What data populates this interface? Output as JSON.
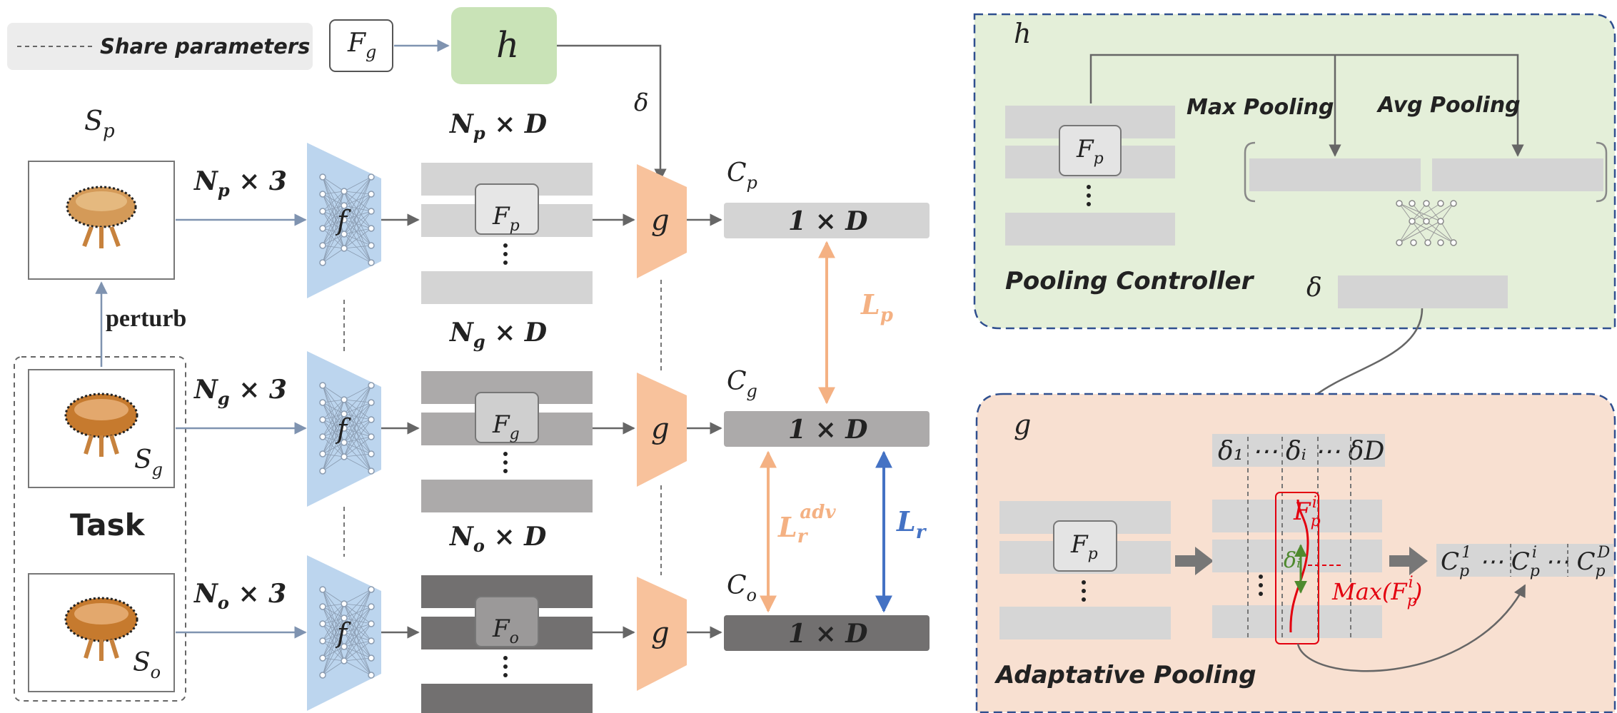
{
  "legend": {
    "share_label": "Share parameters"
  },
  "top": {
    "fg_label": "F",
    "fg_sub": "g",
    "h_label": "h",
    "delta_label": "δ"
  },
  "inputs": {
    "sp_label": "S",
    "sp_sub": "p",
    "sg_label": "S",
    "sg_sub": "g",
    "so_label": "S",
    "so_sub": "o",
    "perturb_label": "perturb",
    "task_label": "Task"
  },
  "rows": [
    {
      "id": "p",
      "n_label": "N",
      "n_sub": "p",
      "times3": " × 3",
      "dim_header": " × D",
      "feat": "F",
      "feat_sub": "p",
      "c_label": "C",
      "c_sub": "p",
      "code": "1 × D",
      "f": "f",
      "g": "g"
    },
    {
      "id": "g",
      "n_label": "N",
      "n_sub": "g",
      "times3": " × 3",
      "dim_header": " × D",
      "feat": "F",
      "feat_sub": "g",
      "c_label": "C",
      "c_sub": "g",
      "code": "1 × D",
      "f": "f",
      "g": "g"
    },
    {
      "id": "o",
      "n_label": "N",
      "n_sub": "o",
      "times3": " × 3",
      "dim_header": " × D",
      "feat": "F",
      "feat_sub": "o",
      "c_label": "C",
      "c_sub": "o",
      "code": "1 × D",
      "f": "f",
      "g": "g"
    }
  ],
  "losses": {
    "lp": "L",
    "lp_sub": "p",
    "ladv": "L",
    "ladv_sub": "r",
    "ladv_sup": "adv",
    "lr": "L",
    "lr_sub": "r"
  },
  "panel_h": {
    "title": "h",
    "max_pool": "Max Pooling",
    "avg_pool": "Avg Pooling",
    "feat": "F",
    "feat_sub": "p",
    "controller": "Pooling Controller",
    "delta": "δ"
  },
  "panel_g": {
    "title": "g",
    "deltas": "δ₁ ⋯ δᵢ ⋯ δD",
    "feat": "F",
    "feat_sub": "p",
    "fpi": "F",
    "fpi_sub": "p",
    "fpi_sup": "i",
    "delta_i": "δᵢ",
    "max_label": "Max(F",
    "max_sub": "p",
    "max_sup": "i",
    "max_close": ")",
    "out": "C",
    "out_sub": "p",
    "adaptive": "Adaptative Pooling"
  },
  "colors": {
    "blue_net": "#bcd5ee",
    "green_box": "#c9e3b7",
    "orange_g": "#f8c29c",
    "loss_orange": "#f4b183",
    "loss_blue": "#4472c4",
    "red": "#e3000f",
    "panel_green": "#e4efd9",
    "panel_orange": "#f8e0d1",
    "dash_blue": "#2f4f8f"
  }
}
